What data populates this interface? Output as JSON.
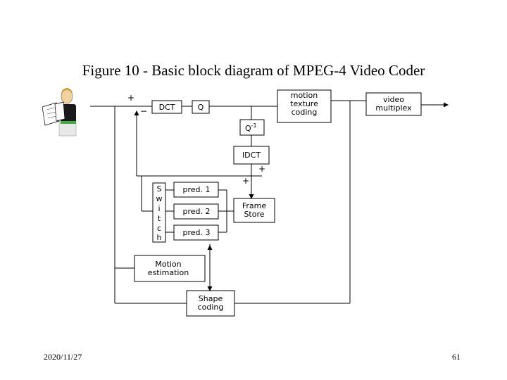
{
  "title": "Figure 10 - Basic block diagram of MPEG-4 Video Coder",
  "footer": {
    "date": "2020/11/27",
    "page": "61"
  },
  "blocks": {
    "dct": "DCT",
    "q": "Q",
    "motion_texture": [
      "motion",
      "texture",
      "coding"
    ],
    "video_multiplex": [
      "video",
      "multiplex"
    ],
    "q_inverse": "Q",
    "q_inverse_sup": "-1",
    "idct": "IDCT",
    "pred1": "pred. 1",
    "pred2": "pred. 2",
    "pred3": "pred. 3",
    "switch_letters": [
      "S",
      "w",
      "i",
      "t",
      "c",
      "h"
    ],
    "frame_store": [
      "Frame",
      "Store"
    ],
    "motion_estimation": [
      "Motion",
      "estimation"
    ],
    "shape_coding": [
      "Shape",
      "coding"
    ]
  },
  "signs": {
    "plus": "+",
    "minus": "−"
  },
  "icon": "presenter-clipart-icon"
}
